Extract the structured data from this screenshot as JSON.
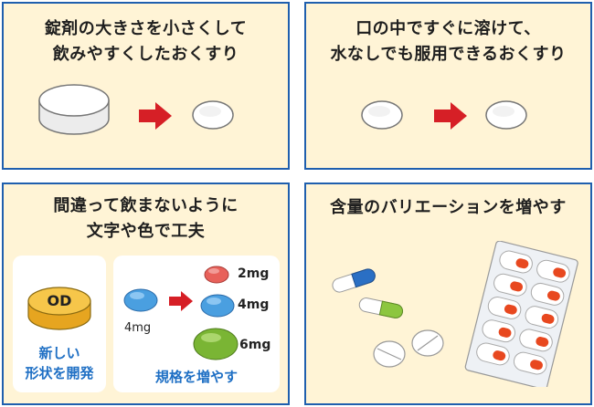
{
  "panels": [
    {
      "title_line1": "錠剤の大きさを小さくして",
      "title_line2": "飲みやすくしたおくすり"
    },
    {
      "title_line1": "口の中ですぐに溶けて、",
      "title_line2": "水なしでも服用できるおくすり"
    },
    {
      "title_line1": "間違って飲まないように",
      "title_line2": "文字や色で工夫"
    },
    {
      "title_line1": "含量のバリエーションを増やす"
    }
  ],
  "new_shape": {
    "badge": "OD",
    "caption_line1": "新しい",
    "caption_line2": "形状を開発"
  },
  "doses": {
    "base": "4mg",
    "small": "2mg",
    "same": "4mg",
    "large": "6mg",
    "caption": "規格を増やす"
  },
  "colors": {
    "border": "#1f5fae",
    "panel_bg": "#fff4d6",
    "arrow": "#d61f26",
    "accent_text": "#1e6fc4"
  }
}
